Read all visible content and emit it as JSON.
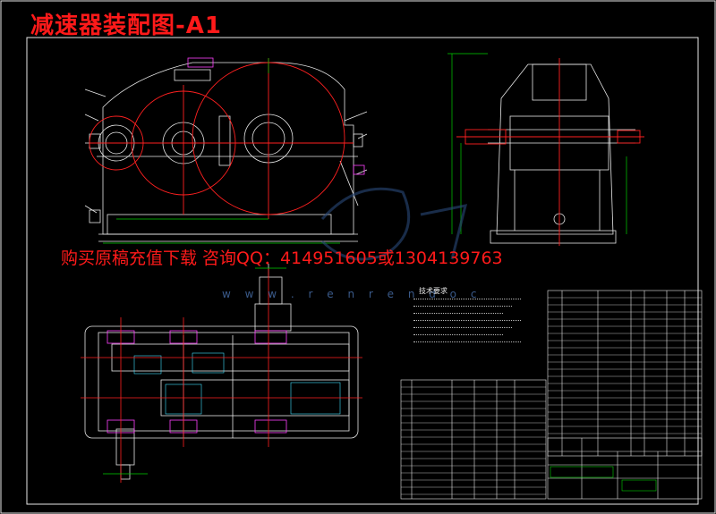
{
  "drawing": {
    "title": "减速器装配图-A1",
    "promo_text": "购买原稿充值下载 咨询QQ：414951605或1304139763",
    "watermark": "w w w . r e n r e n d o c",
    "tech_title": "技术要求",
    "colors": {
      "background": "#000000",
      "line_white": "#e8e8e8",
      "line_red": "#ff2020",
      "line_green": "#00d000",
      "line_magenta": "#ff40ff",
      "line_cyan": "#40e0ff",
      "title_red": "#ff1a1a"
    }
  }
}
